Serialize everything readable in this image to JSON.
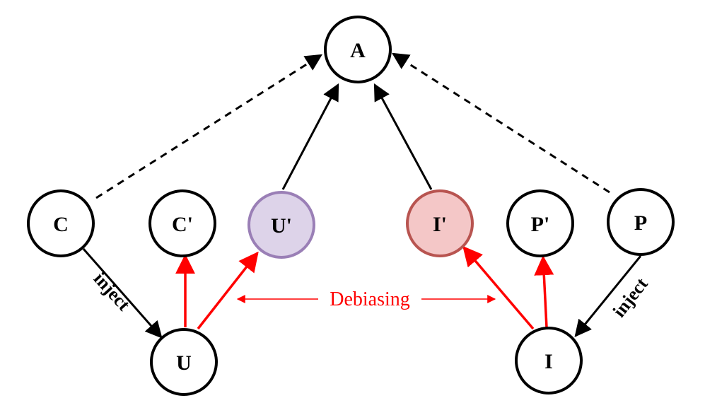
{
  "diagram": {
    "nodes": {
      "A": {
        "label": "A"
      },
      "C": {
        "label": "C"
      },
      "Cp": {
        "label": "C'"
      },
      "Up": {
        "label": "U'"
      },
      "Ip": {
        "label": "I'"
      },
      "Pp": {
        "label": "P'"
      },
      "P": {
        "label": "P"
      },
      "U": {
        "label": "U"
      },
      "I": {
        "label": "I"
      }
    },
    "edge_labels": {
      "inject_left": "inject",
      "inject_right": "inject",
      "debiasing": "Debiasing"
    },
    "colors": {
      "default_stroke": "#000000",
      "red": "#ff0000",
      "u_prime_fill": "#ddd3e9",
      "u_prime_stroke": "#9a7fb6",
      "i_prime_fill": "#f4c7c7",
      "i_prime_stroke": "#b85450"
    }
  }
}
